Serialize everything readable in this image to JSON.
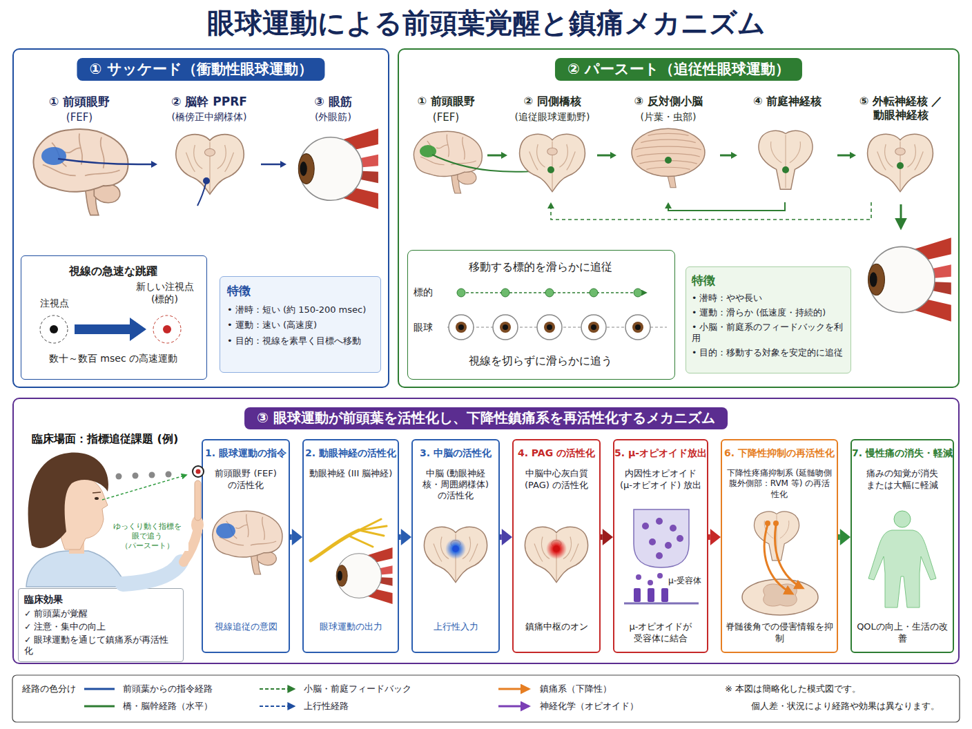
{
  "diagram": {
    "title": "眼球運動による前頭葉覚醒と鎮痛メカニズム",
    "nodes": [
      {
        "text": [
          "① サッケード（衝動性眼球運動）"
        ]
      },
      {
        "text": [
          "① 前頭眼野",
          "(FEF)"
        ],
        "in": 0
      },
      {
        "text": [
          "② 脳幹 PPRF",
          "(橋傍正中網様体)"
        ],
        "in": 0
      },
      {
        "text": [
          "③ 眼筋",
          "(外眼筋)"
        ],
        "in": 0
      },
      {
        "text": [
          "視線の急速な跳躍",
          "注視点",
          "新しい注視点 (標的)",
          "数十～数百 msec の高速運動"
        ],
        "in": 0
      },
      {
        "text": [
          "特徴",
          "• 潜時：短い (約 150-200 msec)",
          "• 運動：速い (高速度)",
          "• 目的：視線を素早く目標へ移動"
        ],
        "in": 0
      },
      {
        "text": [
          "② パースート（追従性眼球運動）"
        ]
      },
      {
        "text": [
          "① 前頭眼野",
          "(FEF)"
        ],
        "in": 6
      },
      {
        "text": [
          "② 同側橋核",
          "(追従眼球運動野)"
        ],
        "in": 6
      },
      {
        "text": [
          "③ 反対側小脳",
          "(片葉・虫部)"
        ],
        "in": 6
      },
      {
        "text": [
          "④ 前庭神経核"
        ],
        "in": 6
      },
      {
        "text": [
          "⑤ 外転神経核 ／動眼神経核"
        ],
        "in": 6
      },
      {
        "text": [
          "移動する標的を滑らかに追従",
          "標的",
          "眼球",
          "視線を切らずに滑らかに追う"
        ],
        "in": 6
      },
      {
        "text": [
          "特徴",
          "• 潜時：やや長い",
          "• 運動：滑らか (低速度・持続的)",
          "• 小脳・前庭系のフィードバックを利用",
          "• 目的：移動する対象を安定的に追従"
        ],
        "in": 6
      },
      {
        "text": [
          "③ 眼球運動が前頭葉を活性化し、下降性鎮痛系を再活性化するメカニズム"
        ]
      },
      {
        "text": [
          "臨床効果",
          "✓ 前頭葉が覚醒",
          "✓ 注意・集中の向上",
          "✓ 眼球運動を通じて鎮痛系が再活性化"
        ],
        "in": 14
      },
      {
        "text": [
          "1. 眼球運動の指令",
          "前頭眼野 (FEF) の活性化",
          "視線追従の意図"
        ],
        "in": 14
      },
      {
        "text": [
          "2. 動眼神経の活性化",
          "動眼神経 (III 脳神経)",
          "眼球運動の出力"
        ],
        "in": 14
      },
      {
        "text": [
          "3. 中脳の活性化",
          "中脳 (動眼神経核・周囲網様体) の活性化",
          "上行性入力"
        ],
        "in": 14
      },
      {
        "text": [
          "4. PAG の活性化",
          "中脳中心灰白質 (PAG) の活性化",
          "鎮痛中枢のオン"
        ],
        "in": 14
      },
      {
        "text": [
          "5. μ-オピオイド放出",
          "内因性オピオイド (μ-オピオイド) 放出",
          "μ-オピオイドが 受容体に結合"
        ],
        "in": 14
      },
      {
        "text": [
          "6. 下降性抑制の再活性化",
          "下降性疼痛抑制系 (延髄吻側腹外側部：RVM 等) の再活性化",
          "脊髄後角での侵害情報を抑制"
        ],
        "in": 14
      },
      {
        "text": [
          "7. 慢性痛の消失・軽減",
          "痛みの知覚が消失 または大幅に軽減",
          "QOLの向上・生活の改善"
        ],
        "in": 14
      }
    ],
    "edges": [
      {
        "from": 1,
        "to": 2,
        "arrow": "to"
      },
      {
        "from": 2,
        "to": 3,
        "arrow": "to"
      },
      {
        "from": 7,
        "to": 8,
        "arrow": "to"
      },
      {
        "from": 8,
        "to": 9,
        "arrow": "to"
      },
      {
        "from": 9,
        "to": 10,
        "arrow": "to"
      },
      {
        "from": 10,
        "to": 11,
        "arrow": "to"
      },
      {
        "from": 10,
        "to": 9,
        "arrow": "to"
      },
      {
        "from": 11,
        "to": 8,
        "arrow": "to"
      },
      {
        "from": 16,
        "to": 17,
        "arrow": "to"
      },
      {
        "from": 17,
        "to": 18,
        "arrow": "to"
      },
      {
        "from": 18,
        "to": 19,
        "arrow": "to"
      },
      {
        "from": 19,
        "to": 20,
        "arrow": "to"
      },
      {
        "from": 20,
        "to": 21,
        "arrow": "to"
      },
      {
        "from": 21,
        "to": 22,
        "arrow": "to"
      }
    ],
    "labels": [
      "臨床場面：指標追従課題 (例)",
      "ゆっくり動く指標を 眼で追う（パースート）",
      "μ-受容体",
      "経路の色分け",
      "※ 本図は簡略化した模式図です。",
      "個人差・状況により経路や効果は異なります。"
    ],
    "legend": [
      {
        "text": "前頭葉からの指令経路"
      },
      {
        "text": "橋・脳幹経路（水平）"
      },
      {
        "text": "小脳・前庭フィードバック"
      },
      {
        "text": "上行性経路"
      },
      {
        "text": "鎮痛系（下降性）"
      },
      {
        "text": "神経化学（オピオイド）"
      }
    ]
  }
}
